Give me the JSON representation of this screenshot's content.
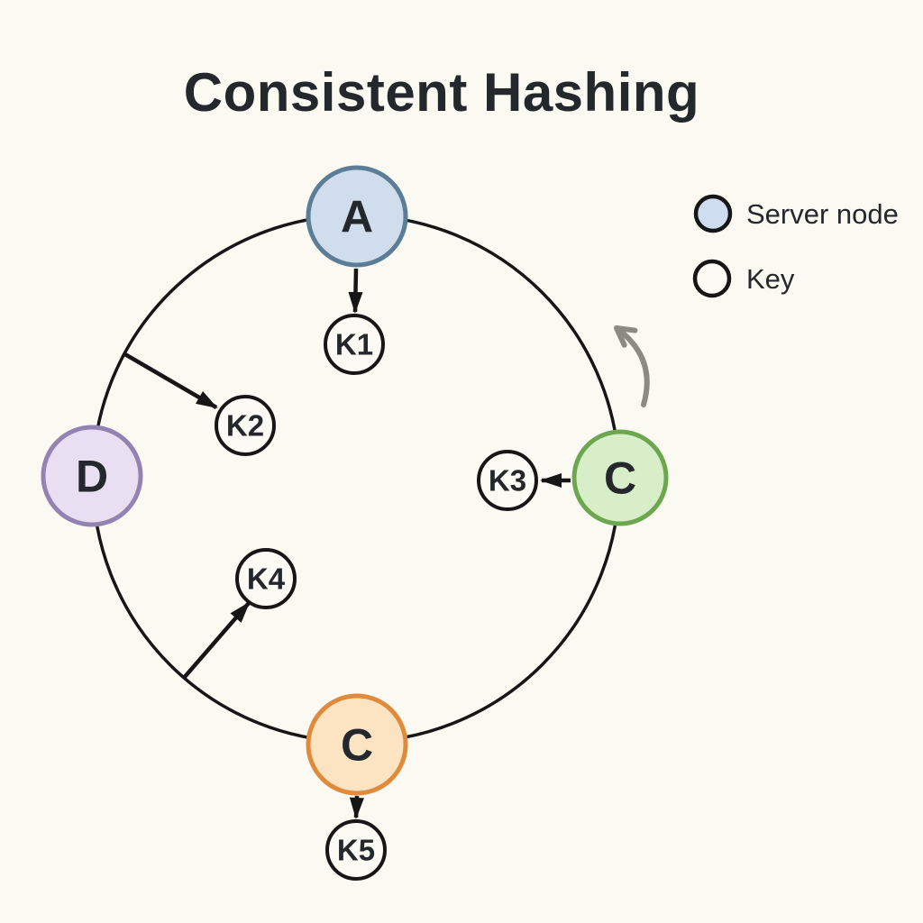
{
  "title": "Consistent Hashing",
  "colors": {
    "background": "#FAF9F2",
    "line": "#161616",
    "text": "#24282C",
    "rotation_arrow": "#8B8B82",
    "key_fill": "#FBFAF4"
  },
  "ring": {
    "description": "hash ring circle"
  },
  "nodes": [
    {
      "id": "node-a-top",
      "label": "A",
      "fill": "#CFDDEC",
      "stroke": "#5C7D96"
    },
    {
      "id": "node-d-left",
      "label": "D",
      "fill": "#E9DFF2",
      "stroke": "#9383B2"
    },
    {
      "id": "node-c-right",
      "label": "C",
      "fill": "#D7EEC8",
      "stroke": "#6CA750"
    },
    {
      "id": "node-c-bottom",
      "label": "C",
      "fill": "#FCE4C3",
      "stroke": "#E08A3C"
    }
  ],
  "keys": [
    {
      "label": "K1"
    },
    {
      "label": "K2"
    },
    {
      "label": "K3"
    },
    {
      "label": "K4"
    },
    {
      "label": "K5"
    }
  ],
  "legend": {
    "items": [
      {
        "label": "Server node",
        "fill": "#CFDDF0",
        "stroke": "#161616"
      },
      {
        "label": "Key",
        "fill": "#FBFAF4",
        "stroke": "#161616"
      }
    ]
  }
}
